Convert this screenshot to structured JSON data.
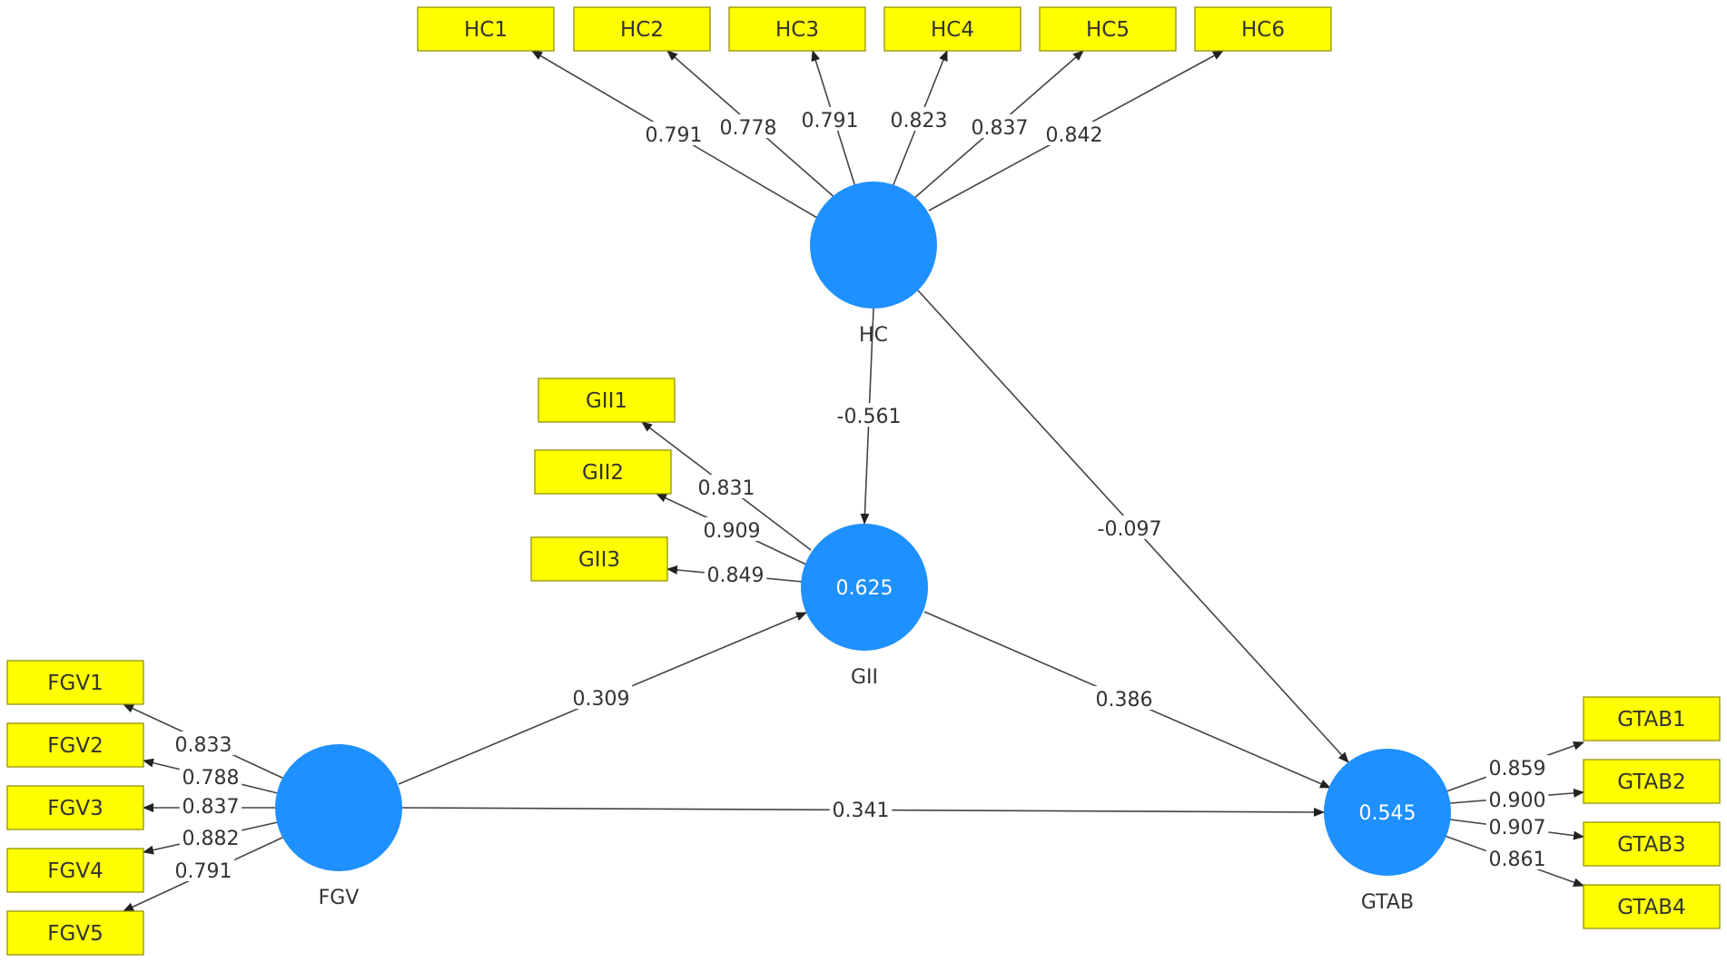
{
  "colors": {
    "indicator_fill": "#ffff00",
    "construct_fill": "#1e90ff",
    "edge": "#444444"
  },
  "constructs": [
    {
      "id": "HC",
      "label": "HC",
      "r2": ""
    },
    {
      "id": "GII",
      "label": "GII",
      "r2": "0.625"
    },
    {
      "id": "FGV",
      "label": "FGV",
      "r2": ""
    },
    {
      "id": "GTAB",
      "label": "GTAB",
      "r2": "0.545"
    }
  ],
  "indicators": [
    {
      "id": "HC1",
      "label": "HC1",
      "construct": "HC",
      "loading": "0.791"
    },
    {
      "id": "HC2",
      "label": "HC2",
      "construct": "HC",
      "loading": "0.778"
    },
    {
      "id": "HC3",
      "label": "HC3",
      "construct": "HC",
      "loading": "0.791"
    },
    {
      "id": "HC4",
      "label": "HC4",
      "construct": "HC",
      "loading": "0.823"
    },
    {
      "id": "HC5",
      "label": "HC5",
      "construct": "HC",
      "loading": "0.837"
    },
    {
      "id": "HC6",
      "label": "HC6",
      "construct": "HC",
      "loading": "0.842"
    },
    {
      "id": "GII1",
      "label": "GII1",
      "construct": "GII",
      "loading": "0.831"
    },
    {
      "id": "GII2",
      "label": "GII2",
      "construct": "GII",
      "loading": "0.909"
    },
    {
      "id": "GII3",
      "label": "GII3",
      "construct": "GII",
      "loading": "0.849"
    },
    {
      "id": "FGV1",
      "label": "FGV1",
      "construct": "FGV",
      "loading": "0.833"
    },
    {
      "id": "FGV2",
      "label": "FGV2",
      "construct": "FGV",
      "loading": "0.788"
    },
    {
      "id": "FGV3",
      "label": "FGV3",
      "construct": "FGV",
      "loading": "0.837"
    },
    {
      "id": "FGV4",
      "label": "FGV4",
      "construct": "FGV",
      "loading": "0.882"
    },
    {
      "id": "FGV5",
      "label": "FGV5",
      "construct": "FGV",
      "loading": "0.791"
    },
    {
      "id": "GTAB1",
      "label": "GTAB1",
      "construct": "GTAB",
      "loading": "0.859"
    },
    {
      "id": "GTAB2",
      "label": "GTAB2",
      "construct": "GTAB",
      "loading": "0.900"
    },
    {
      "id": "GTAB3",
      "label": "GTAB3",
      "construct": "GTAB",
      "loading": "0.907"
    },
    {
      "id": "GTAB4",
      "label": "GTAB4",
      "construct": "GTAB",
      "loading": "0.861"
    }
  ],
  "paths": [
    {
      "from": "HC",
      "to": "GII",
      "coefficient": "-0.561"
    },
    {
      "from": "HC",
      "to": "GTAB",
      "coefficient": "-0.097"
    },
    {
      "from": "FGV",
      "to": "GII",
      "coefficient": "0.309"
    },
    {
      "from": "GII",
      "to": "GTAB",
      "coefficient": "0.386"
    },
    {
      "from": "FGV",
      "to": "GTAB",
      "coefficient": "0.341"
    }
  ]
}
